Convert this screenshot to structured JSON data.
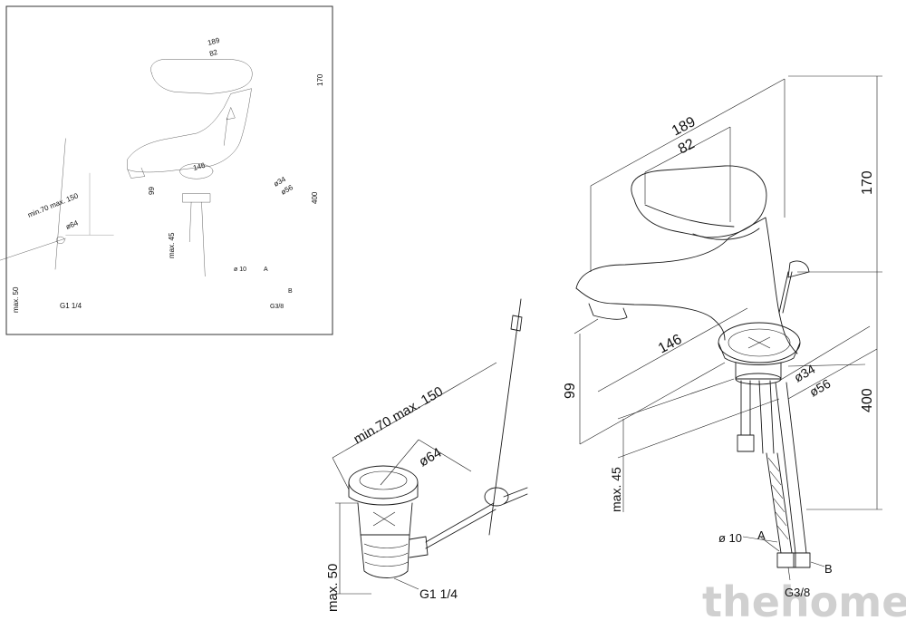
{
  "dimensions": {
    "length_total": "189",
    "lever_length": "82",
    "height": "170",
    "spout_reach": "146",
    "spout_height": "99",
    "hose_length": "400",
    "deck_thickness": "max. 45",
    "hole_small": "ø34",
    "hole_large": "ø56",
    "pipe_diameter": "ø 10",
    "drain_rod_range": "min.70 max. 150",
    "drain_cap": "ø64",
    "drain_height": "max. 50",
    "drain_thread": "G1 1/4",
    "hose_thread": "G3/8"
  },
  "labels": {
    "a": "A",
    "b": "B"
  },
  "watermark": "thehome",
  "colors": {
    "line": "#1a1a1a",
    "watermark": "#d0d0d0",
    "frame": "#333333"
  }
}
